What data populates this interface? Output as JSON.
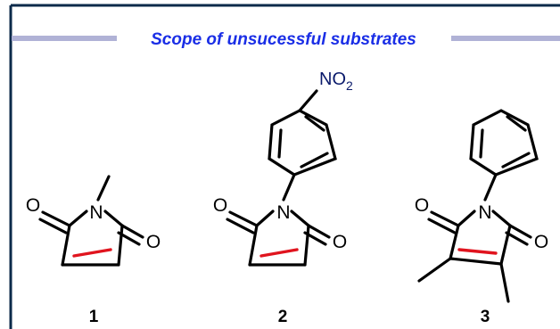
{
  "banner": {
    "title": "Scope of unsucessful substrates",
    "title_color": "#1a2ee6",
    "rule_color": "#b0b2d6",
    "frame_color": "#0b2a4a"
  },
  "atoms": {
    "oxygen": "O",
    "nitrogen": "N",
    "nitro_main": "NO",
    "nitro_sub": "2"
  },
  "compounds": [
    {
      "label": "1"
    },
    {
      "label": "2"
    },
    {
      "label": "3"
    }
  ],
  "highlight_color": "#e0141e"
}
